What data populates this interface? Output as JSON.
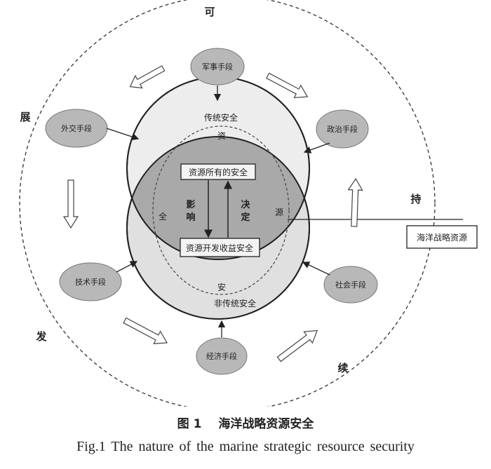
{
  "outer_chars": {
    "top": "可",
    "left_top": "展",
    "right": "持",
    "left_bottom": "发",
    "bottom_right": "续"
  },
  "circles": {
    "upper": "传统安全",
    "lower": "非传统安全"
  },
  "inner_ring": {
    "top": "资",
    "left": "全",
    "right": "源",
    "bottom": "安"
  },
  "boxes": {
    "ownership": "资源所有的安全",
    "development": "资源开发收益安全"
  },
  "relations": {
    "influence": "影响",
    "decide": "决定"
  },
  "means": {
    "military": "军事手段",
    "political": "政治手段",
    "social": "社会手段",
    "economic": "经济手段",
    "technical": "技术手段",
    "diplomatic": "外交手段"
  },
  "callout": "海洋战略资源",
  "caption": {
    "number": "图 1",
    "cn": "海洋战略资源安全",
    "en": "Fig.1 The nature of the marine strategic resource security"
  }
}
